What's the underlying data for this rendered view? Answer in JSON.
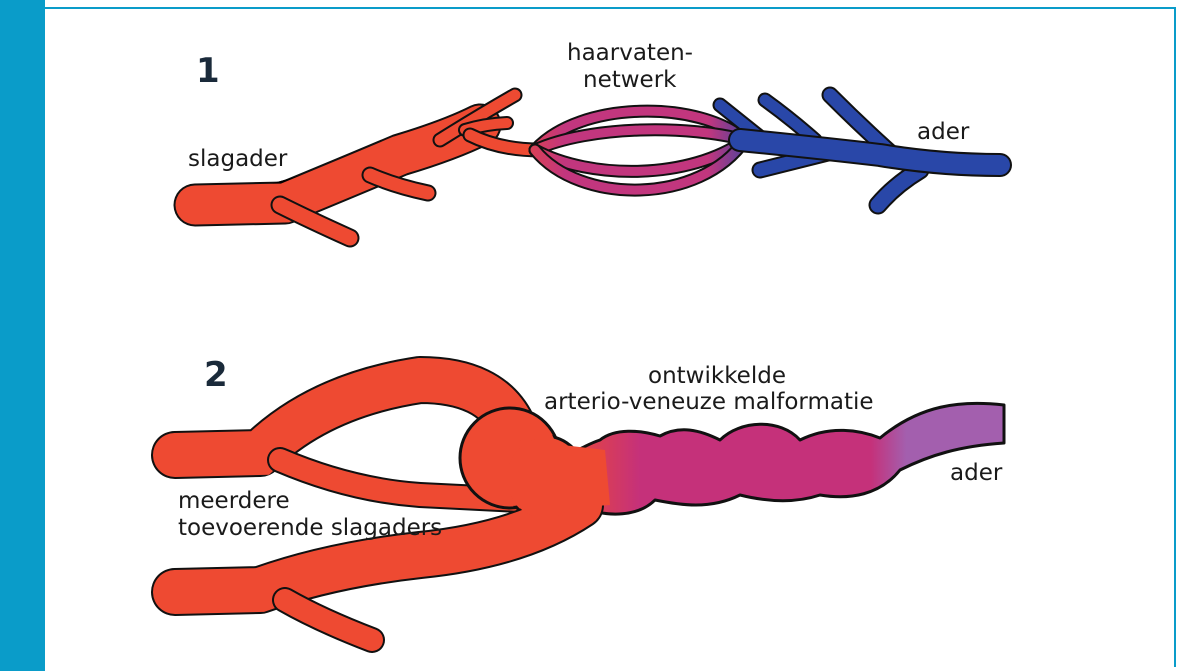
{
  "colors": {
    "frame": "#0a9cc9",
    "artery": "#ee4a32",
    "capillary": "#c2367e",
    "vein": "#2947a8",
    "malformation": "#c5317a",
    "vein_light": "#a35fae",
    "outline": "#111111"
  },
  "panel1": {
    "number": "1",
    "artery_label": "slagader",
    "capillary_label_line1": "haarvaten-",
    "capillary_label_line2": "netwerk",
    "vein_label": "ader"
  },
  "panel2": {
    "number": "2",
    "malformation_label_line1": "ontwikkelde",
    "malformation_label_line2": "arterio-veneuze malformatie",
    "artery_label_line1": "meerdere",
    "artery_label_line2": "toevoerende slagaders",
    "vein_label": "ader"
  }
}
